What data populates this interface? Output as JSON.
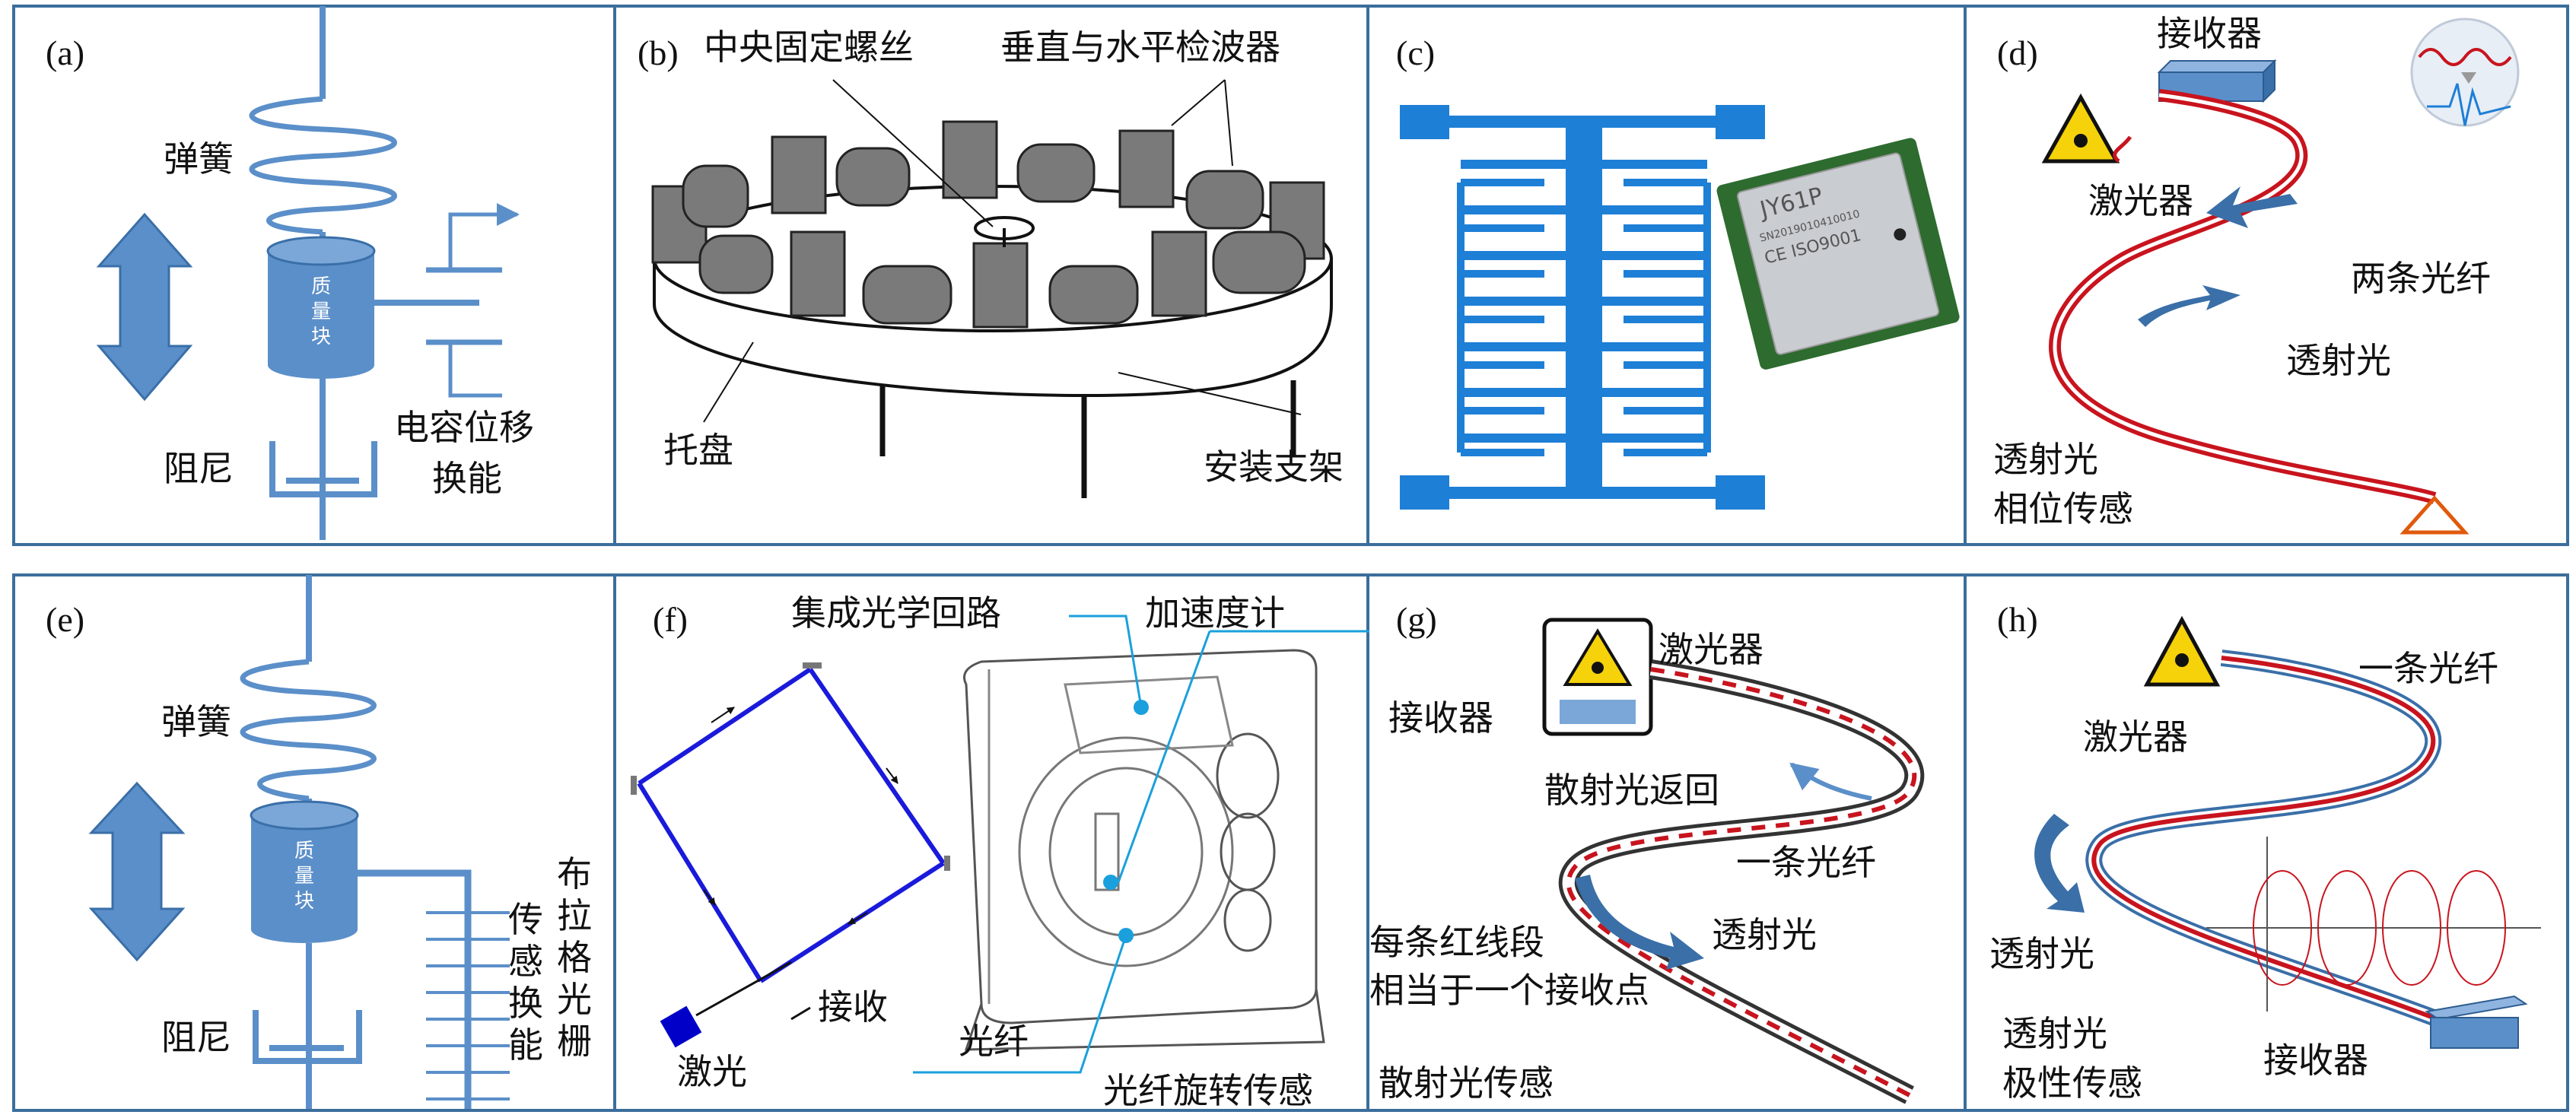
{
  "panels": {
    "a": {
      "label": "(a)",
      "spring": "弹簧",
      "mass": [
        "质",
        "量",
        "块"
      ],
      "damper": "阻尼",
      "transducer": [
        "电容位移",
        "换能"
      ]
    },
    "b": {
      "label": "(b)",
      "center_screw": "中央固定螺丝",
      "geophones": "垂直与水平检波器",
      "tray": "托盘",
      "bracket": "安装支架"
    },
    "c": {
      "label": "(c)",
      "chip_text": [
        "JY61P",
        "SN2019010410010",
        "CE ISO9001"
      ]
    },
    "d": {
      "label": "(d)",
      "receiver": "接收器",
      "laser": "激光器",
      "two_fibers": "两条光纤",
      "transmitted": "透射光",
      "sensing": [
        "透射光",
        "相位传感"
      ]
    },
    "e": {
      "label": "(e)",
      "spring": "弹簧",
      "mass": [
        "质",
        "量",
        "块"
      ],
      "damper": "阻尼",
      "sensing_vertical": [
        "传",
        "感",
        "换",
        "能"
      ],
      "grating_vertical": [
        "布",
        "拉",
        "格",
        "光",
        "栅"
      ]
    },
    "f": {
      "label": "(f)",
      "optical_circuit": "集成光学回路",
      "accelerometer": "加速度计",
      "laser": "激光",
      "receive": "接收",
      "fiber": "光纤",
      "caption": "光纤旋转传感"
    },
    "g": {
      "label": "(g)",
      "laser": "激光器",
      "receiver": "接收器",
      "backscatter": "散射光返回",
      "one_fiber": "一条光纤",
      "transmitted": "透射光",
      "note": [
        "每条红线段",
        "相当于一个接收点"
      ],
      "caption": "散射光传感"
    },
    "h": {
      "label": "(h)",
      "one_fiber": "一条光纤",
      "laser": "激光器",
      "transmitted": "透射光",
      "receiver": "接收器",
      "sensing": [
        "透射光",
        "极性传感"
      ]
    }
  },
  "colors": {
    "border": "#3b6e9c",
    "blue": "#5b8fc9",
    "dark_blue": "#3a6fa8",
    "red": "#c8141e",
    "gray": "#7a7a7a"
  }
}
